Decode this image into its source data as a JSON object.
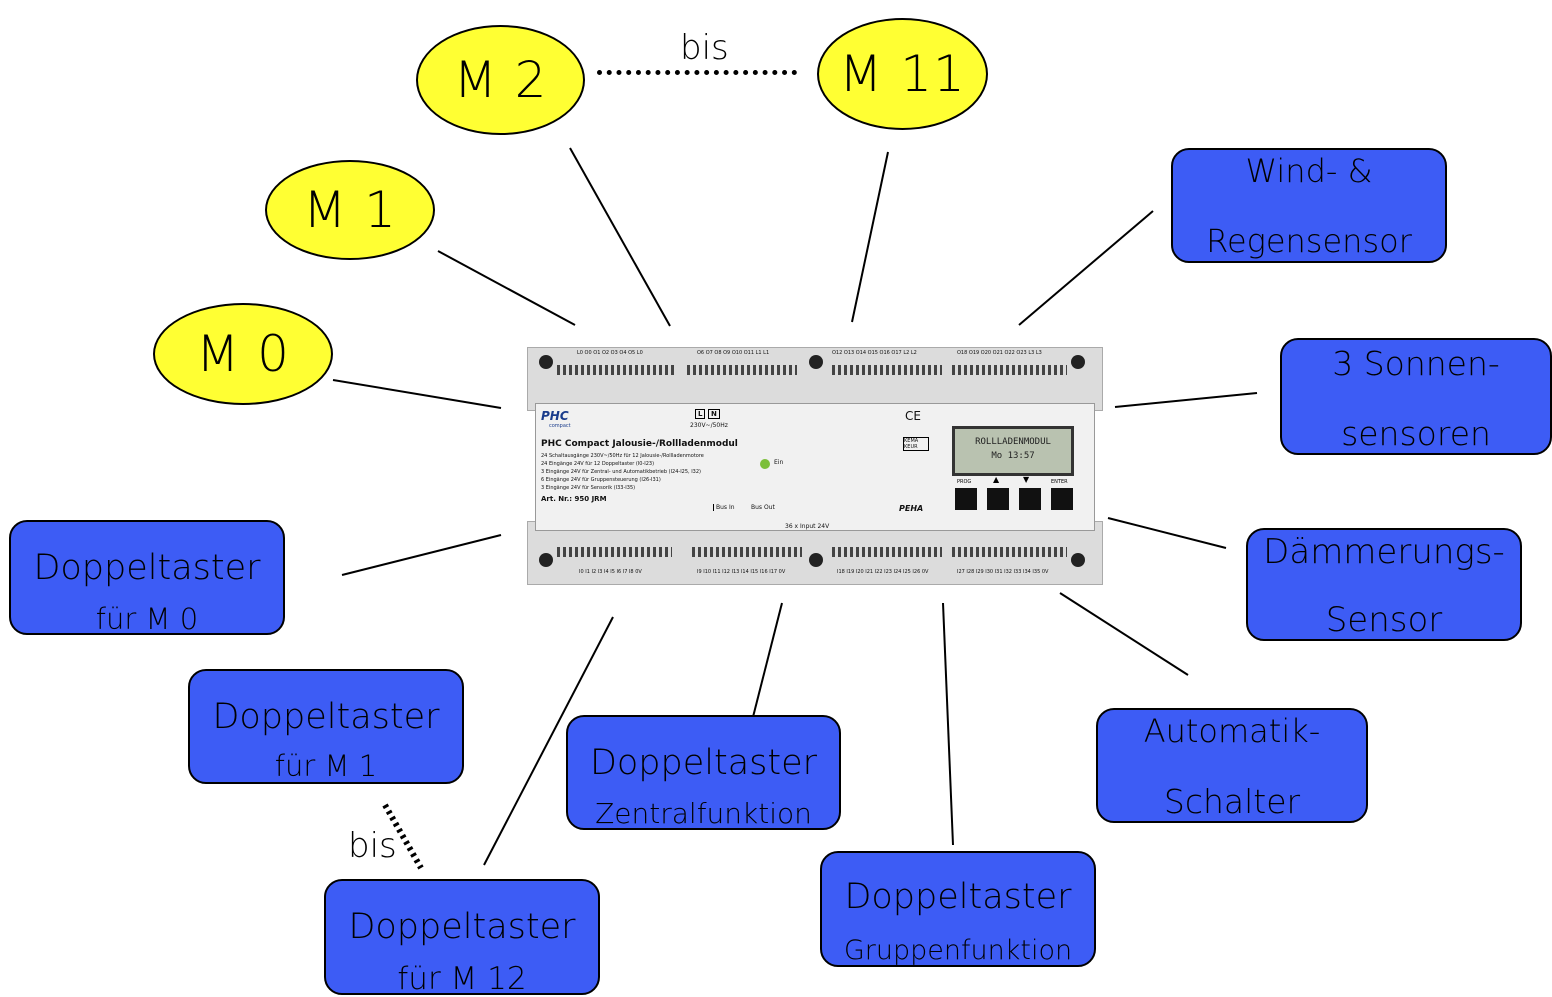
{
  "motors": [
    {
      "id": "m0",
      "label": "M 0"
    },
    {
      "id": "m1",
      "label": "M 1"
    },
    {
      "id": "m2",
      "label": "M 2"
    },
    {
      "id": "m11",
      "label": "M 11"
    }
  ],
  "bis_top": "bis",
  "bis_left": "bis",
  "boxes": {
    "wind": {
      "line1": "Wind- &",
      "line2": "Regensensor"
    },
    "sonnen": {
      "line1": "3 Sonnen-",
      "line2": "sensoren"
    },
    "daemmerung": {
      "line1": "Dämmerungs-",
      "line2": "Sensor"
    },
    "automatik": {
      "line1": "Automatik-",
      "line2": "Schalter"
    },
    "gruppen": {
      "line1": "Doppeltaster",
      "line2": "Gruppenfunktion"
    },
    "zentral": {
      "line1": "Doppeltaster",
      "line2": "Zentralfunktion"
    },
    "m12": {
      "line1": "Doppeltaster",
      "line2": "für M 12"
    },
    "m1t": {
      "line1": "Doppeltaster",
      "line2": "für M 1"
    },
    "m0t": {
      "line1": "Doppeltaster",
      "line2": "für M 0"
    }
  },
  "device": {
    "brand": "PHC",
    "brand_sub": "compact",
    "power": "230V~/50Hz",
    "ln": [
      "L",
      "N"
    ],
    "title": "PHC Compact Jalousie-/Rollladenmodul",
    "specs": [
      "24 Schaltausgänge 230V~/50Hz für 12 Jalousie-/Rollladenmotore",
      "24 Eingänge 24V für 12 Doppeltaster  (I0-I23)",
      "3 Eingänge 24V für Zentral- und Automatikbetrieb  (I24-I25, I32)",
      "6 Eingänge 24V für Gruppensteuerung  (I26-I31)",
      "3 Eingänge 24V für Sensorik  (I33-I35)"
    ],
    "art_nr": "Art. Nr.: 950 JRM",
    "ein": "Ein",
    "bus_in": "Bus In",
    "bus_out": "Bus Out",
    "input": "36 x Input 24V",
    "ce": "CE",
    "kema": "KEMA KEUR",
    "peha": "PEHA",
    "lcd_line1": "ROLLLADENMODUL",
    "lcd_line2": "Mo 13:57",
    "keys": [
      "PROG",
      "▲",
      "▼",
      "ENTER"
    ],
    "top_terminals": [
      "L0 O0 O1 O2 O3 O4 O5 L0",
      "O6 O7 O8 O9 O10 O11 L1 L1",
      "O12 O13 O14 O15 O16 O17 L2 L2",
      "O18 O19 O20 O21 O22 O23 L3 L3"
    ],
    "bottom_terminals": [
      "I0 I1 I2 I3 I4 I5 I6 I7 I8 0V",
      "I9 I10 I11 I12 I13 I14 I15 I16 I17 0V",
      "I18 I19 I20 I21 I22 I23 I24 I25 I26 0V",
      "I27 I28 I29 I30 I31 I32 I33 I34 I35 0V"
    ]
  },
  "colors": {
    "motor_fill": "#ffff33",
    "box_fill": "#3d5cf5",
    "line": "#000000"
  }
}
